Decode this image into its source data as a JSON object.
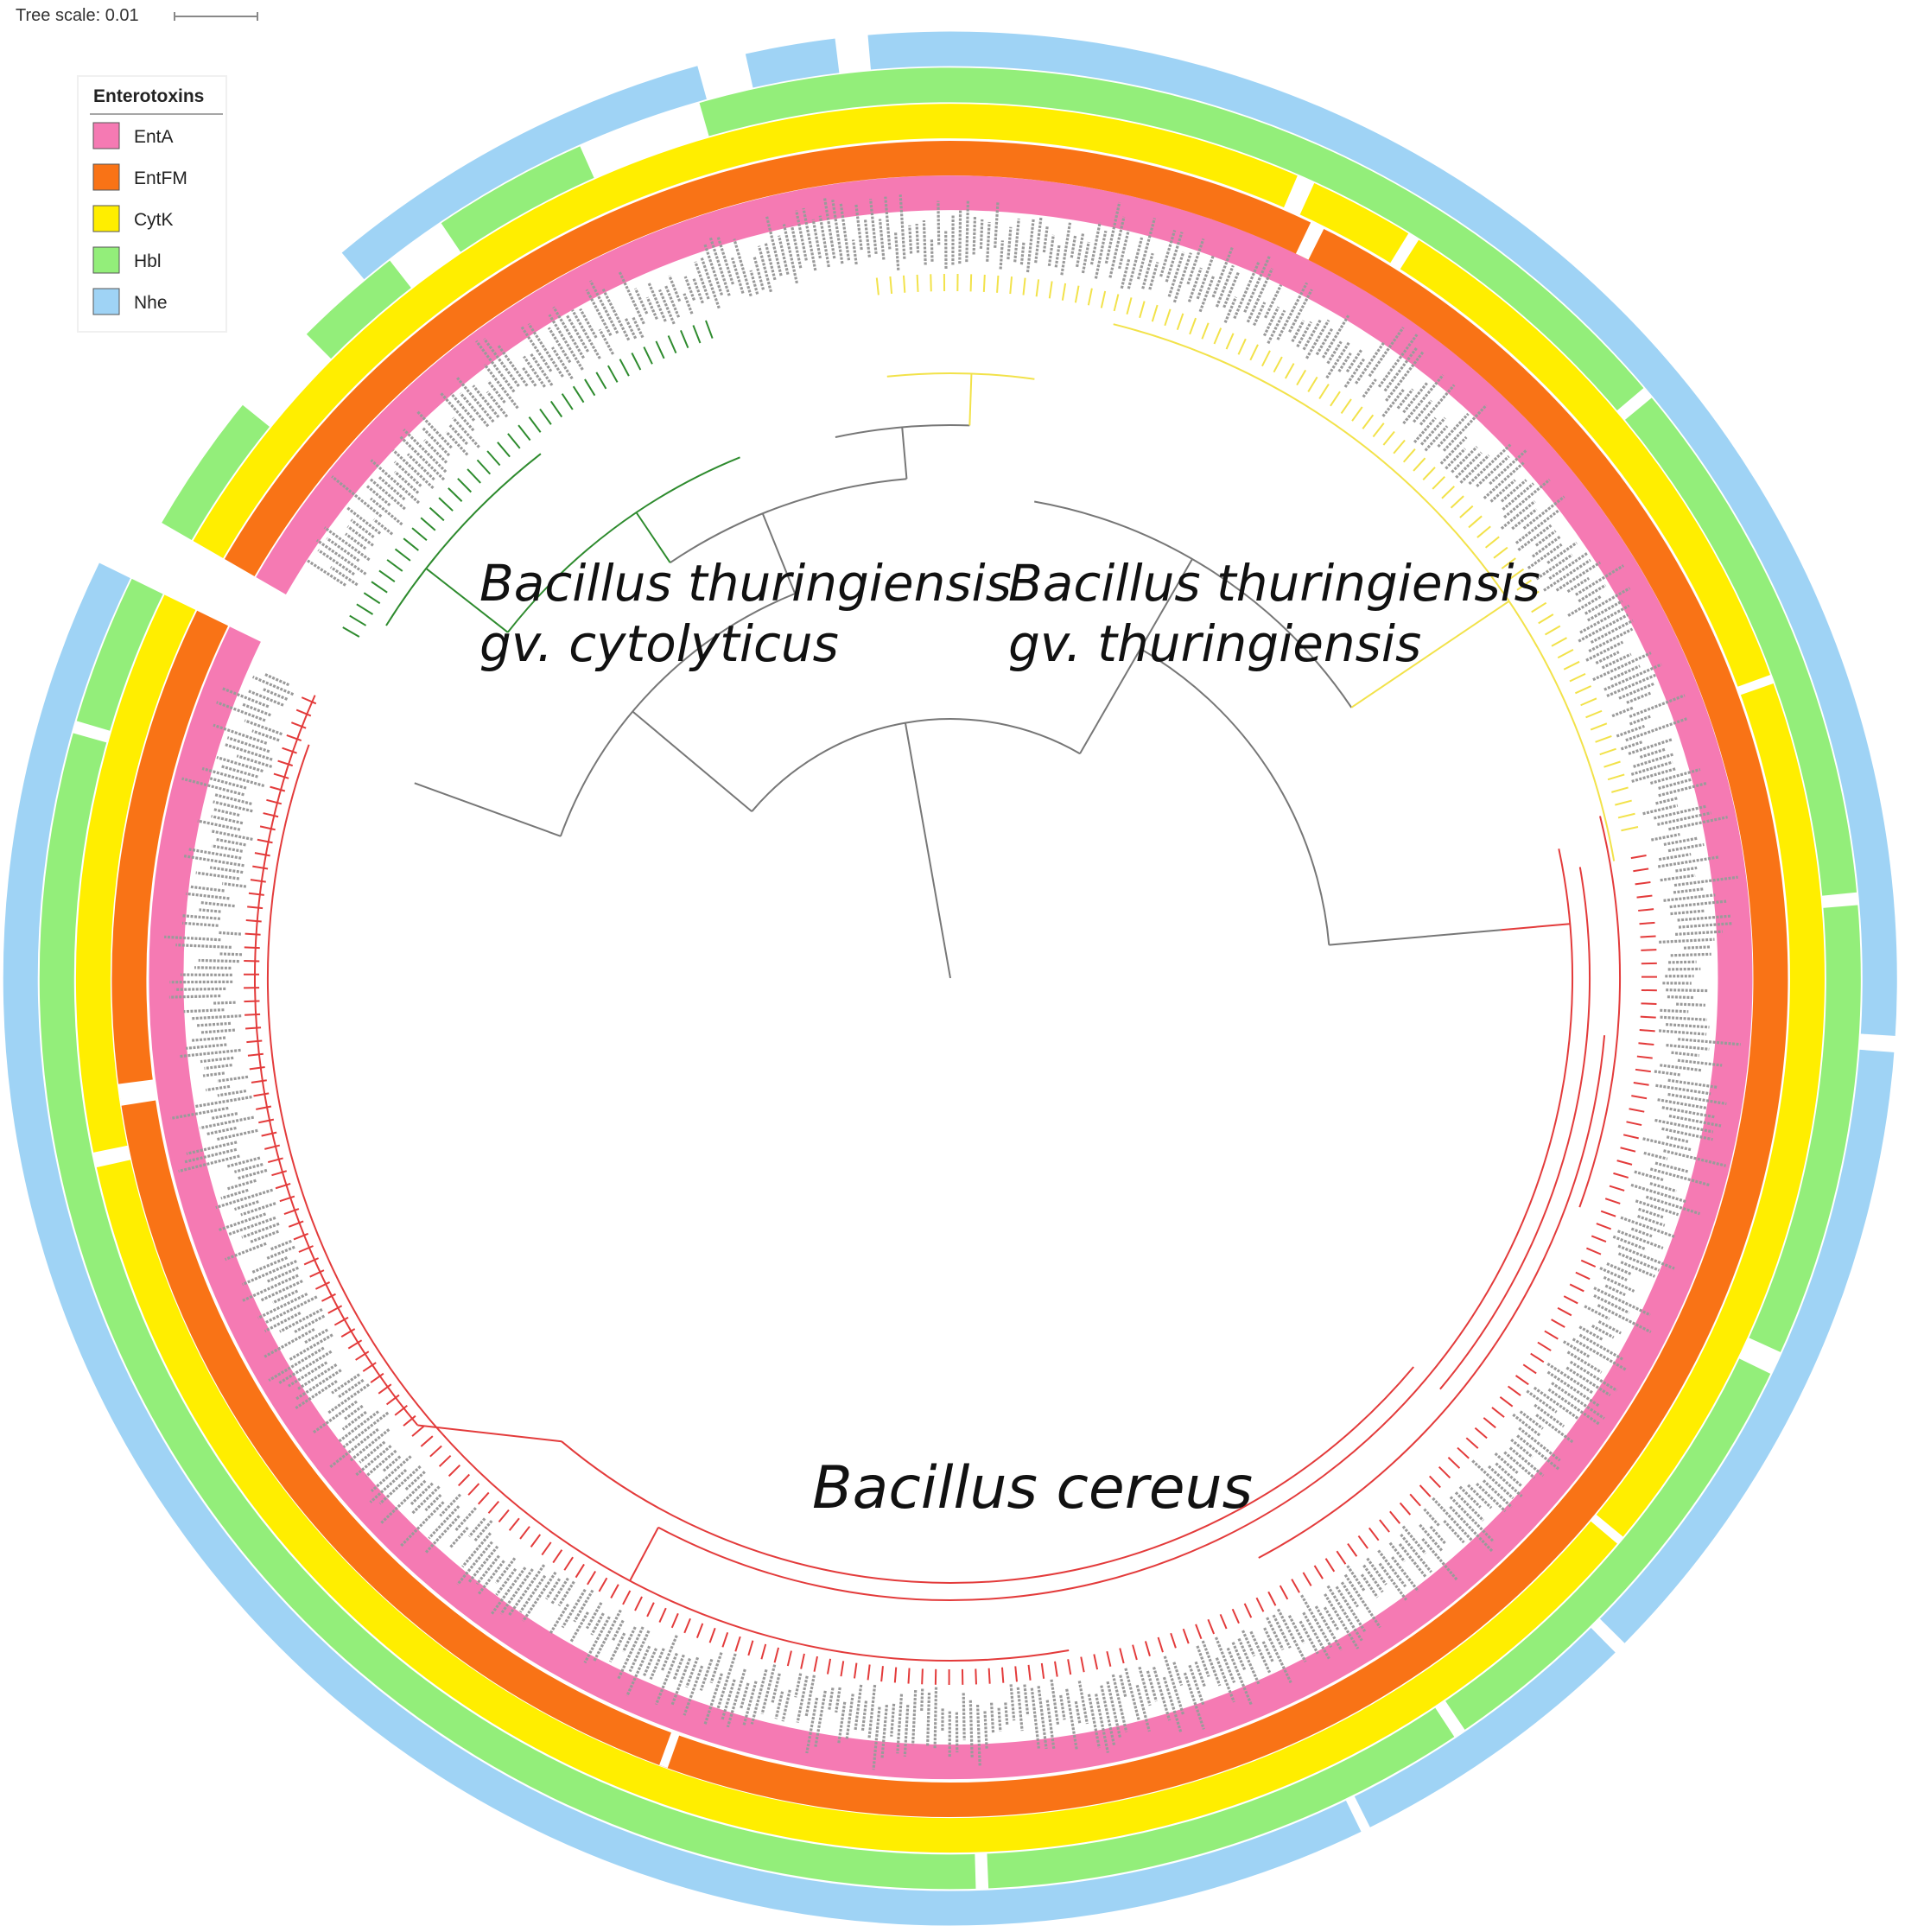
{
  "tree_scale": {
    "label": "Tree scale: 0.01"
  },
  "legend": {
    "title": "Enterotoxins",
    "items": [
      {
        "label": "EntA",
        "color": "#f57ab3"
      },
      {
        "label": "EntFM",
        "color": "#f97316"
      },
      {
        "label": "CytK",
        "color": "#ffee00"
      },
      {
        "label": "Hbl",
        "color": "#93ee7a"
      },
      {
        "label": "Nhe",
        "color": "#9fd3f5"
      }
    ]
  },
  "clades": {
    "cytolyticus": {
      "line1": "Bacillus thuringiensis",
      "line2": "gv. cytolyticus",
      "color": "#2e8b2e"
    },
    "thuringiensis": {
      "line1": "Bacillus thuringiensis",
      "line2": "gv. thuringiensis",
      "color": "#f2e24a"
    },
    "cereus": {
      "line1": "Bacillus cereus",
      "color": "#e33b3b"
    }
  },
  "colors": {
    "tree_branch": "#777777",
    "leaf_label": "#9a9a9a"
  }
}
